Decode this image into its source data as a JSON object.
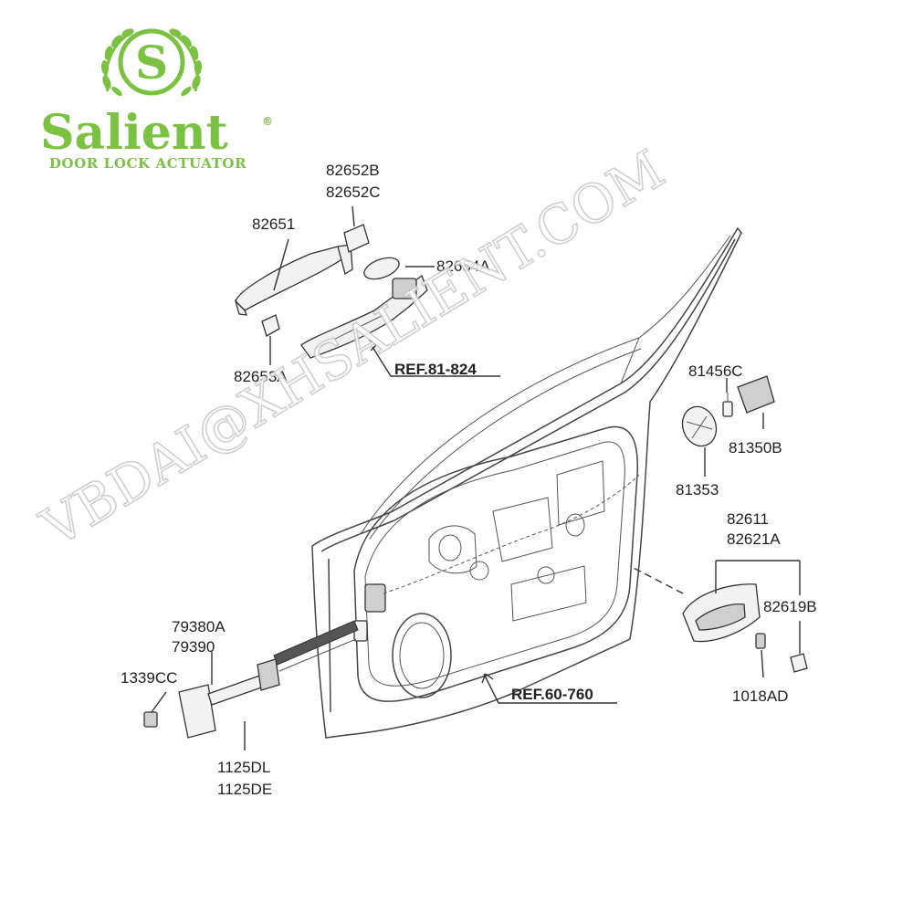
{
  "brand": {
    "logo_letter": "S",
    "name": "Salient",
    "registered": "®",
    "tagline": "DOOR LOCK ACTUATOR",
    "color": "#7cc242"
  },
  "watermark": "VBDAI@XHSALIENT.COM",
  "parts": {
    "p82652": [
      "82652B",
      "82652C"
    ],
    "p82651": "82651",
    "p82654A": "82654A",
    "p82653A": "82653A",
    "ref81": "REF.81-824",
    "p81456C": "81456C",
    "p81350B": "81350B",
    "p81353": "81353",
    "p82611": [
      "82611",
      "82621A"
    ],
    "p82619B": "82619B",
    "p1018AD": "1018AD",
    "ref60": "REF.60-760",
    "p79380": [
      "79380A",
      "79390"
    ],
    "p1339CC": "1339CC",
    "p1125": [
      "1125DL",
      "1125DE"
    ]
  }
}
